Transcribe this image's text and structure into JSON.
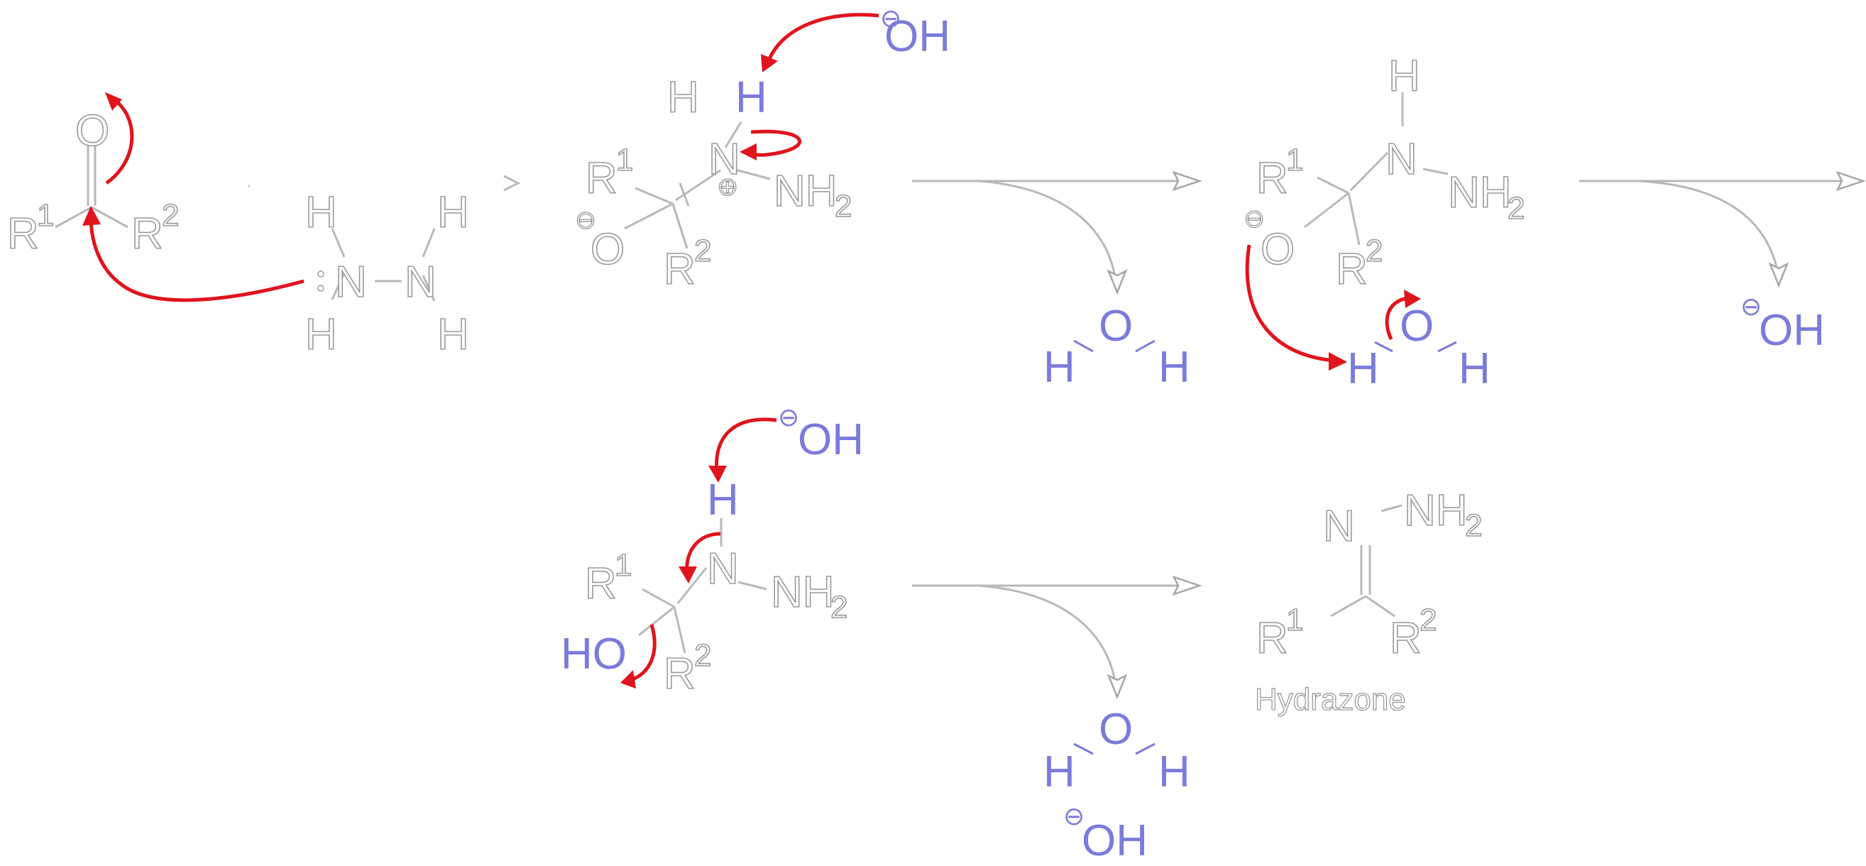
{
  "scheme": {
    "colors": {
      "reagent_blue": "#7b7bdc",
      "curly_arrow_red": "#e0141c",
      "structure_outline": "#9a9a9a"
    },
    "labels": {
      "O": "O",
      "H": "H",
      "N": "N",
      "NH": "NH",
      "HO": "HO",
      "R": "R",
      "one": "1",
      "two": "2",
      "minus": "⊖",
      "plus": "⊕"
    },
    "product_name": "Hydrazone"
  }
}
